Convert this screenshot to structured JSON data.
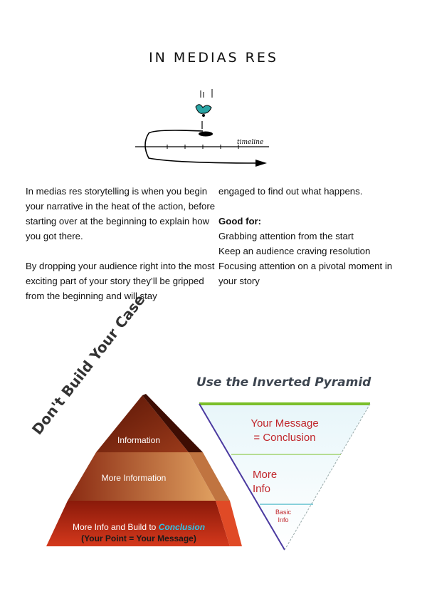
{
  "header": {
    "title": "IN MEDIAS RES"
  },
  "sketch": {
    "timeline_label": "timeline"
  },
  "left_column": {
    "paragraph_1": "In medias res storytelling is when you begin your narrative in the heat of the action, before starting over at the beginning to explain how you got there.",
    "paragraph_2": "By dropping your audience right into the most exciting part of your story they’ll be gripped from the beginning and will stay"
  },
  "right_column": {
    "continuation": "engaged to find out what happens.",
    "good_for_heading": "Good for:",
    "good_for_items": [
      "Grabbing attention from the start",
      "Keep an audience craving resolution",
      "Focusing attention on a pivotal moment in your story"
    ]
  },
  "left_pyramid": {
    "rotated_title": "Don't Build Your Case",
    "tiers": [
      {
        "label": "Information",
        "color": "#8a2a12"
      },
      {
        "label": "More Information",
        "color": "#b8551f"
      },
      {
        "label_main": "More Info and Build to ",
        "label_emph": "Conclusion",
        "label_sub": "(Your Point = Your Message)",
        "color": "#c0311a"
      }
    ],
    "emph_color": "#2ec4e8",
    "sub_color": "#1a1a1a"
  },
  "right_pyramid": {
    "title": "Use the Inverted Pyramid",
    "tiers": [
      {
        "label_line1": "Your Message",
        "label_line2": "= Conclusion"
      },
      {
        "label_line1": "More",
        "label_line2": "Info"
      },
      {
        "label_line1": "Basic",
        "label_line2": "Info"
      }
    ],
    "text_color": "#c0252a",
    "edge_colors": [
      "#7bbf2a",
      "#19a3b8",
      "#4b3aa0"
    ]
  }
}
